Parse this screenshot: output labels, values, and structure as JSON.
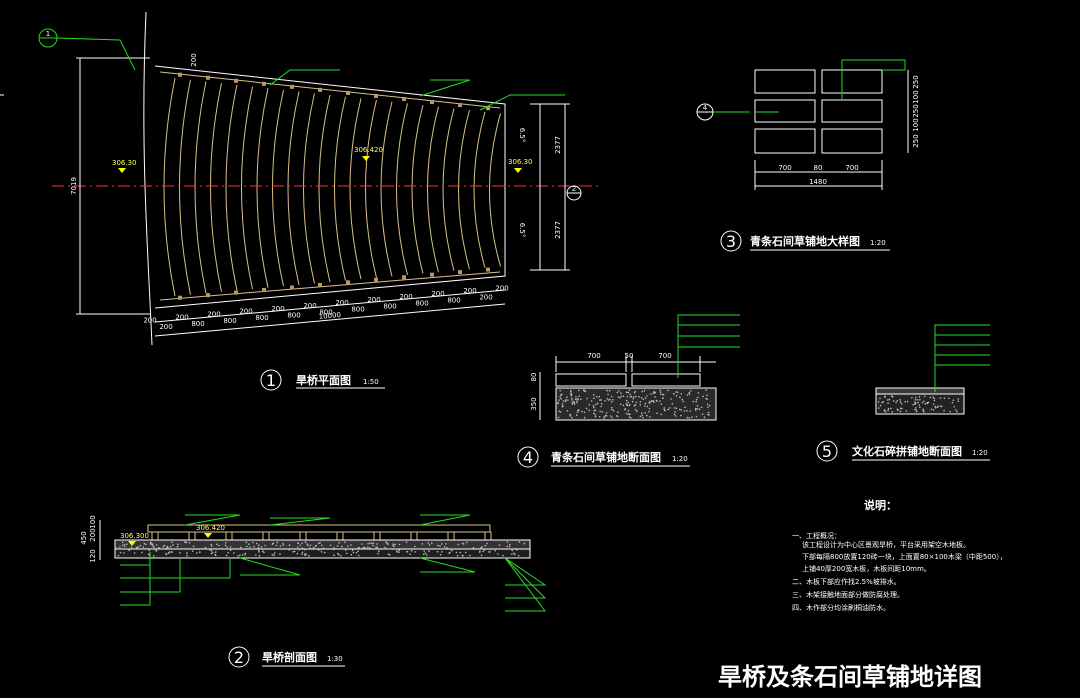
{
  "sheet_title": "旱桥及条石间草铺地详图",
  "views": {
    "plan": {
      "number": "1",
      "title": "旱桥平面图",
      "scale": "1:50"
    },
    "section": {
      "number": "2",
      "title": "旱桥剖面图",
      "scale": "1:30"
    },
    "stone_detail": {
      "number": "3",
      "title": "青条石间草铺地大样图",
      "scale": "1:20"
    },
    "stone_section": {
      "number": "4",
      "title": "青条石间草铺地断面图",
      "scale": "1:20"
    },
    "gravel_section": {
      "number": "5",
      "title": "文化石碎拼铺地断面图",
      "scale": "1:20"
    }
  },
  "plan_labels": {
    "elev_left": "306.30",
    "elev_mid": "306.420",
    "elev_right": "306.30",
    "height_dim": "7019",
    "half_dim_top": "2377",
    "half_dim_bottom": "2377",
    "slope_top": "6.5°",
    "slope_bottom": "6.5°",
    "total_dim": "10000",
    "top_edge_dim": "200",
    "bottom_dims": [
      "200",
      "200",
      "200",
      "800",
      "200",
      "800",
      "200",
      "800",
      "200",
      "800",
      "200",
      "800",
      "200",
      "800",
      "200",
      "800",
      "200",
      "800",
      "200",
      "800",
      "200",
      "200",
      "200"
    ],
    "marker_top": "1",
    "marker_right": "2",
    "marker_left": "4"
  },
  "detail3_labels": {
    "widths": [
      "700",
      "80",
      "700"
    ],
    "total": "1480",
    "heights": [
      "250",
      "100",
      "250",
      "100",
      "250"
    ]
  },
  "detail4_labels": {
    "widths": [
      "700",
      "50",
      "700"
    ],
    "heights": [
      "80",
      "350"
    ]
  },
  "section_labels": {
    "elev_left": "306.300",
    "elev_mid": "306.420",
    "heights": [
      "100",
      "200",
      "450",
      "120"
    ]
  },
  "notes": {
    "heading": "说明：",
    "lines": [
      "一、工程概况：",
      "该工程设计为中心区景观旱桥，平台采用架空木地板。",
      "下部每隔800放置120砖一块，上面置80×100木梁（中距500），",
      "上铺40厚200宽木板，木板间距10mm。",
      "二、木板下部应作找2.5%坡排水。",
      "三、木架接触地面部分做防腐处理。",
      "四、木作部分均涂刷桐油防水。"
    ]
  }
}
